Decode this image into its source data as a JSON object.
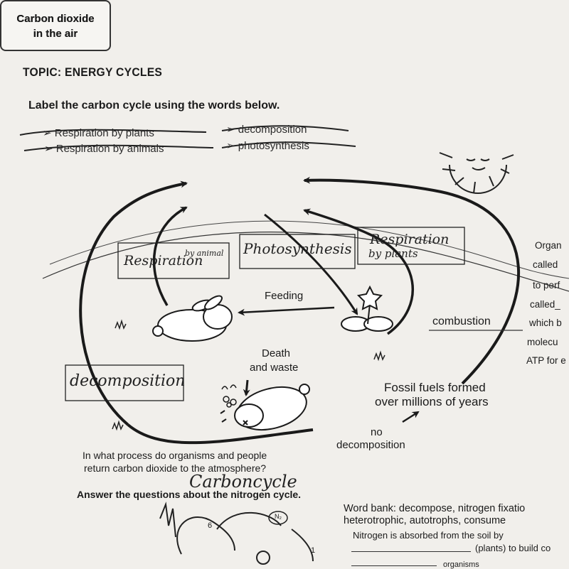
{
  "topic": "TOPIC: ENERGY CYCLES",
  "instruction": "Label the carbon cycle using the words below.",
  "word_list": {
    "w1": "Respiration by plants",
    "w2": "Respiration by animals",
    "w3": "decomposition",
    "w4": "photosynthesis"
  },
  "diagram": {
    "co2_line1": "Carbon dioxide",
    "co2_line2": "in the air",
    "feeding": "Feeding",
    "death1": "Death",
    "death2": "and waste",
    "fossil1": "Fossil fuels formed",
    "fossil2": "over millions of years",
    "nodecomp1": "no",
    "nodecomp2": "decomposition",
    "combustion": "combustion"
  },
  "answers": {
    "resp_animal": "Respiration",
    "resp_animal_small": "by animal",
    "photo": "Photosynthesis",
    "resp_plant1": "Respiration",
    "resp_plant2": "by plants",
    "decomp": "decomposition",
    "carbon": "Carboncycle"
  },
  "side_text": [
    "Organ",
    "called",
    "to perf",
    "called_",
    "which b",
    "molecu",
    "ATP for e"
  ],
  "question": {
    "line1": "In what process do organisms and people",
    "line2": "return carbon dioxide to the atmosphere?"
  },
  "nitrogen": {
    "heading": "Answer the questions about the nitrogen cycle.",
    "wordbank1": "Word bank:  decompose, nitrogen fixatio",
    "wordbank2": "heterotrophic, autotrophs, consume",
    "absorbed": "Nitrogen is absorbed from the soil by",
    "plants": "(plants) to build co",
    "organisms": "organisms",
    "n2": "N₂",
    "num6": "6",
    "num1": "1"
  }
}
